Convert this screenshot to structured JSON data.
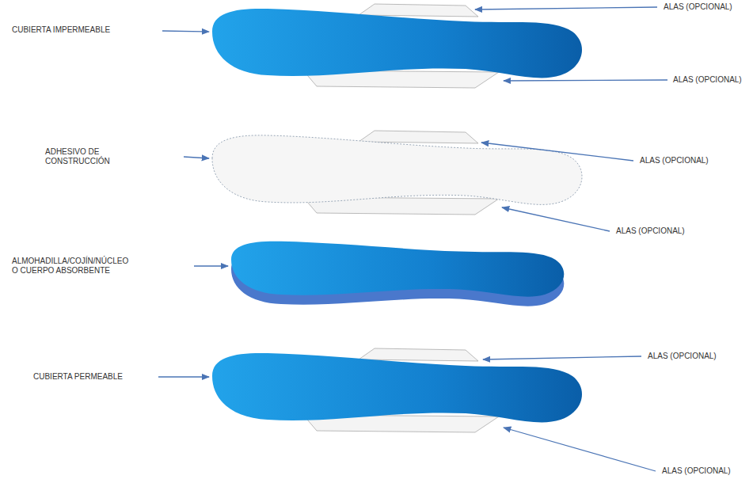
{
  "diagram": {
    "labels": [
      "CUBIERTA IMPERMEABLE",
      "ALAS (OPCIONAL)",
      "ALAS (OPCIONAL)",
      "ADHESIVO DE CONSTRUCCIÓN",
      "ALAS (OPCIONAL)",
      "ALAS (OPCIONAL)",
      "ALMOHADILLA/COJÍN/NÚCLEO O CUERPO ABSORBENTE",
      "ALAS (OPCIONAL)",
      "CUBIERTA PERMEABLE",
      "ALAS (OPCIONAL)"
    ]
  }
}
